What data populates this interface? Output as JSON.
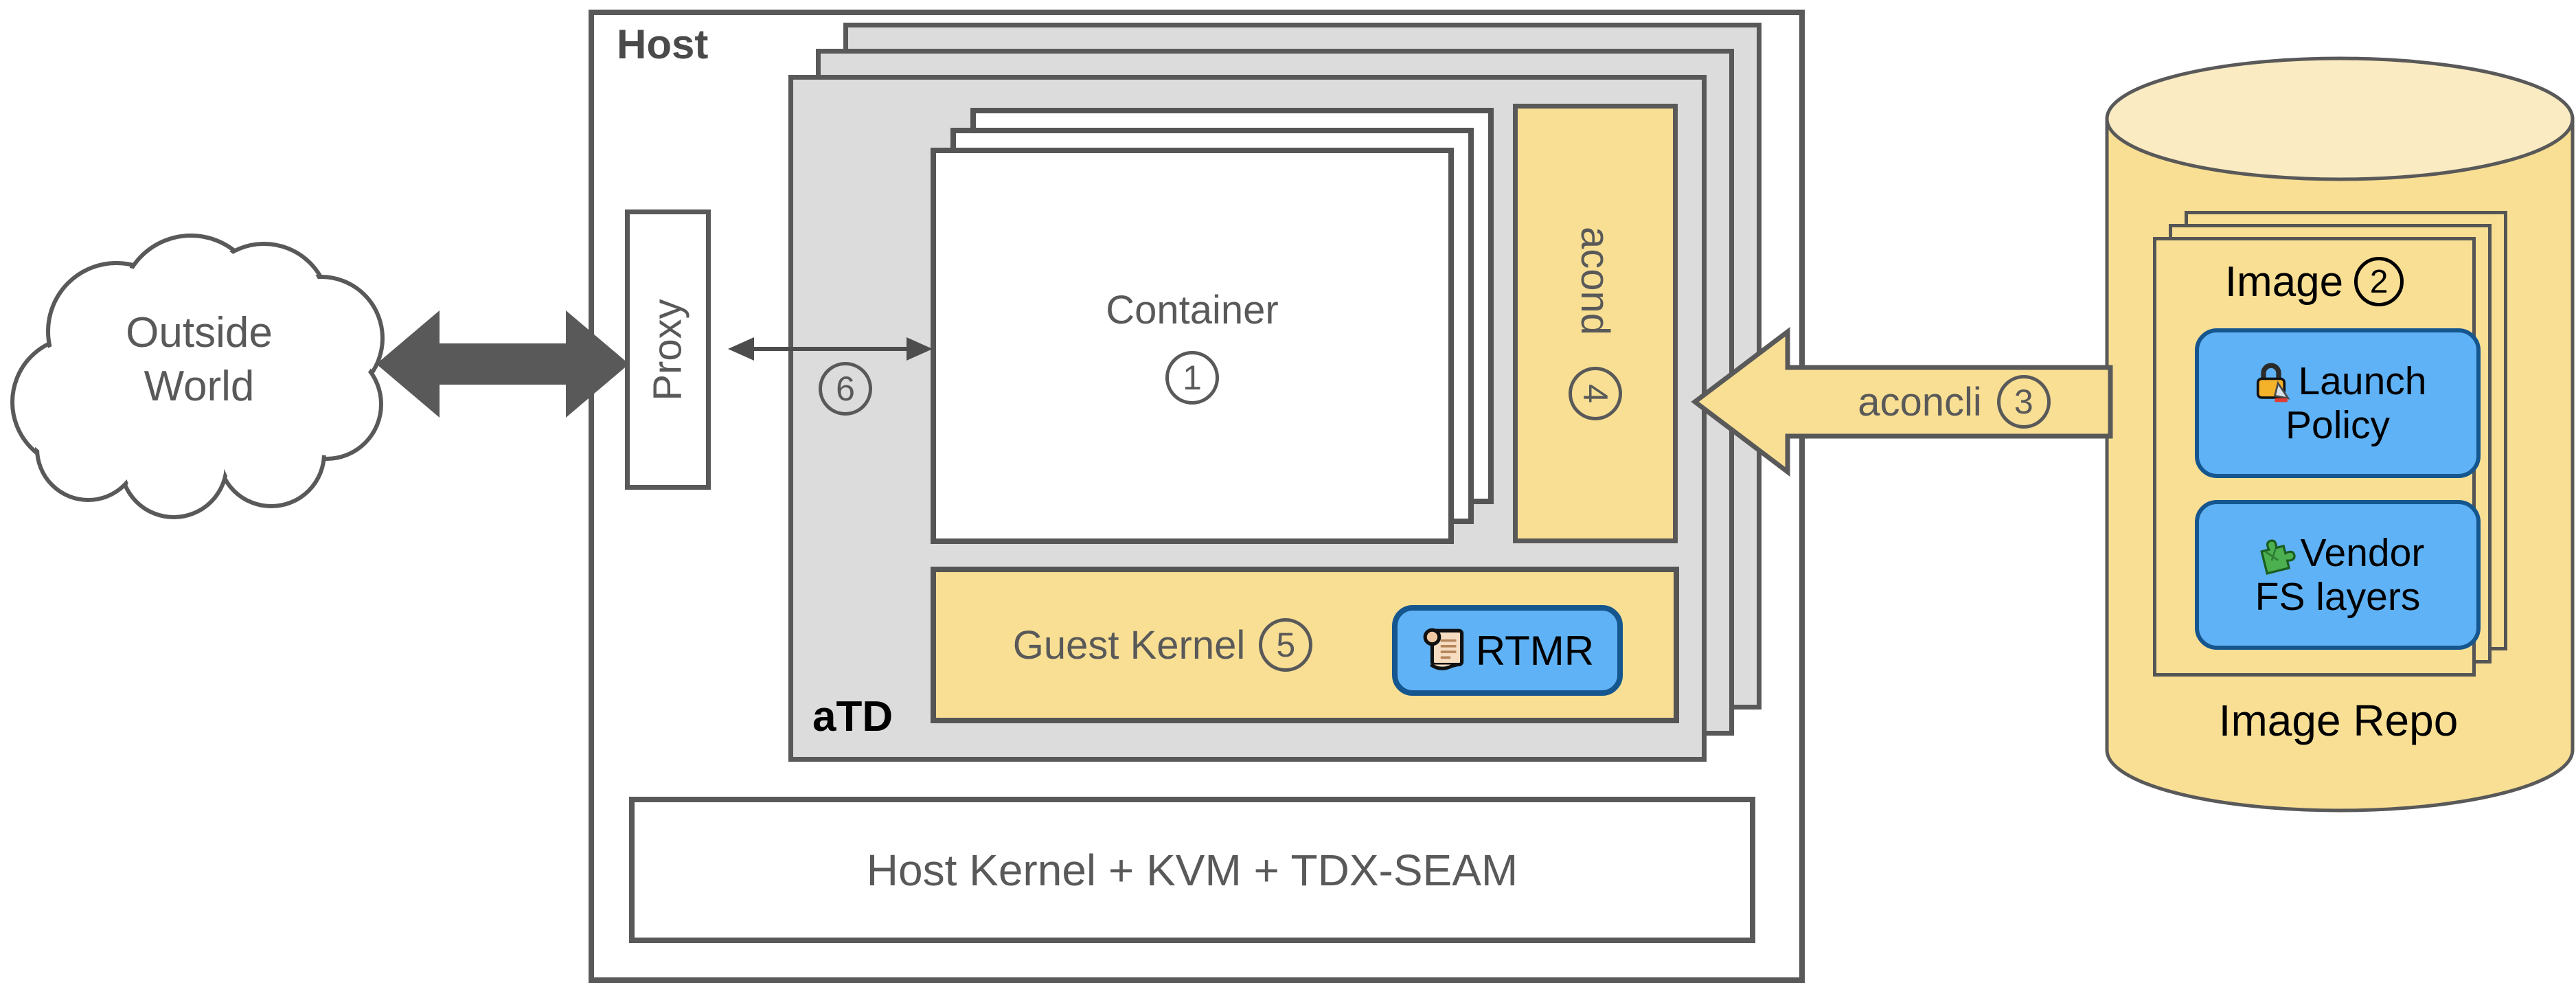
{
  "colors": {
    "yellow_fill": "#F8DF94",
    "yellow_light": "#FBEBC2",
    "blue_fill": "#5FB2F5",
    "blue_border": "#15568F",
    "gray_fill": "#DCDCDC",
    "outline_gray": "#595959",
    "text_gray": "#595959",
    "text_black": "#000000"
  },
  "cloud": {
    "line1": "Outside",
    "line2": "World"
  },
  "host": {
    "label": "Host"
  },
  "proxy": {
    "label": "Proxy"
  },
  "atd": {
    "label": "aTD"
  },
  "container": {
    "label": "Container",
    "step": "1"
  },
  "acond": {
    "label": "acond",
    "step": "4"
  },
  "proxy_container_link": {
    "step": "6"
  },
  "guest_kernel": {
    "label": "Guest Kernel",
    "step": "5"
  },
  "rtmr": {
    "label": "RTMR"
  },
  "host_kernel": {
    "label": "Host Kernel + KVM + TDX-SEAM"
  },
  "aconcli": {
    "label": "aconcli",
    "step": "3"
  },
  "image_repo": {
    "card_title": "Image",
    "card_step": "2",
    "launch_policy_line1": "Launch",
    "launch_policy_line2": "Policy",
    "vendor_fs_line1": "Vendor",
    "vendor_fs_line2": "FS layers",
    "label": "Image Repo"
  }
}
